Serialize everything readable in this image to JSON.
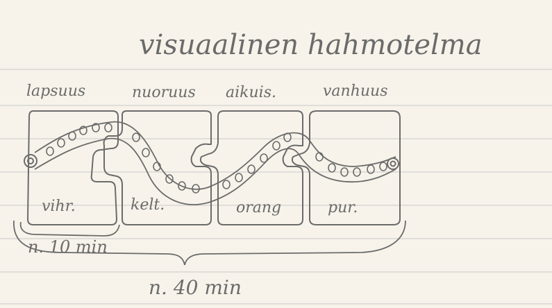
{
  "title": "visuaalinen hahmotelma",
  "stages": [
    {
      "stage_label": "lapsuus",
      "color_label": "vihr."
    },
    {
      "stage_label": "nuoruus",
      "color_label": "kelt."
    },
    {
      "stage_label": "aikuis.",
      "color_label": "orang"
    },
    {
      "stage_label": "vanhuus",
      "color_label": "pur."
    }
  ],
  "duration_first": "n. 10 min",
  "duration_total": "n. 40 min",
  "colors": {
    "paper": "#f7f3ea",
    "rule_line": "#c9c9c9",
    "pencil": "#6b6b6b"
  }
}
